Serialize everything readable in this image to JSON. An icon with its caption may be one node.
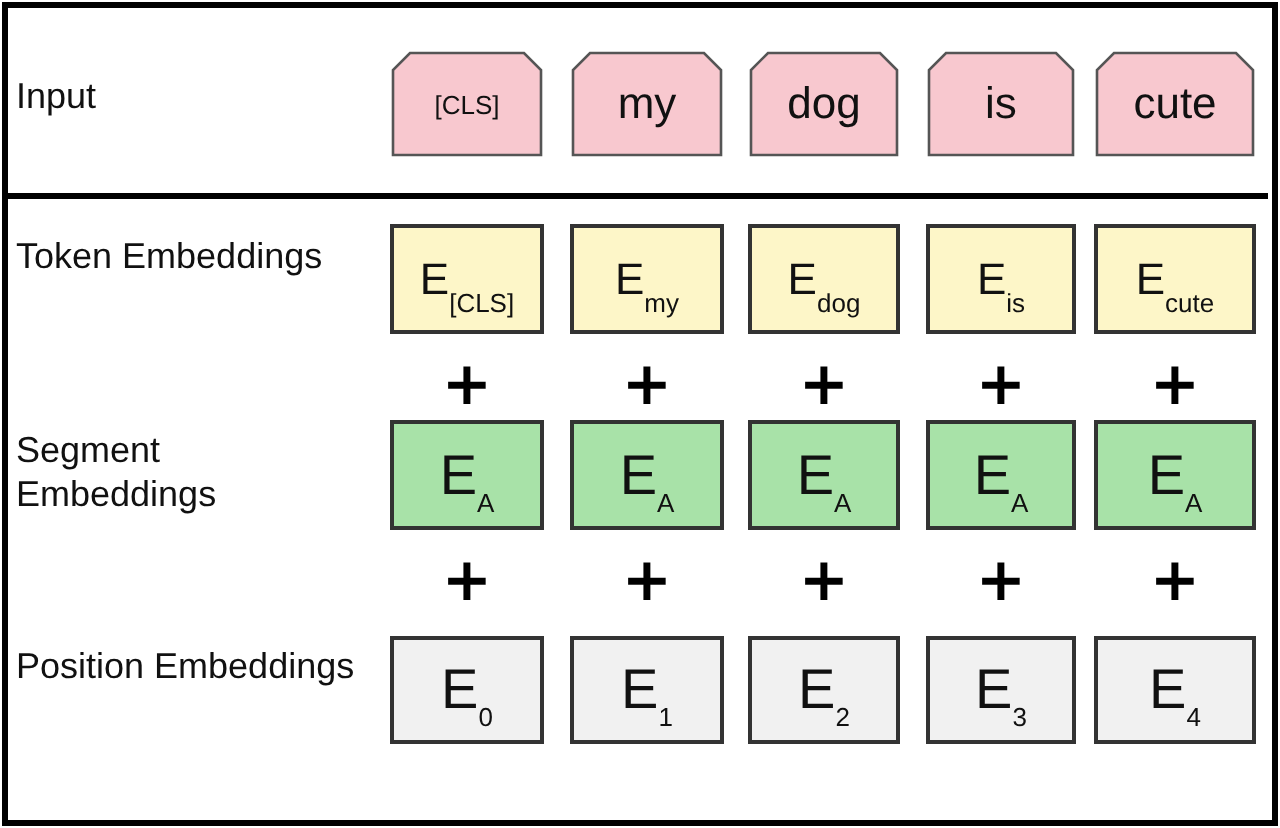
{
  "diagram": {
    "nodes": [
      {
        "text": [
          "[CLS]"
        ]
      },
      {
        "text": [
          "my"
        ]
      },
      {
        "text": [
          "dog"
        ]
      },
      {
        "text": [
          "is"
        ]
      },
      {
        "text": [
          "cute"
        ]
      },
      {
        "text": [
          "E$_{[CLS]}$"
        ]
      },
      {
        "text": [
          "E$_{my}$"
        ]
      },
      {
        "text": [
          "E$_{dog}$"
        ]
      },
      {
        "text": [
          "E$_{is}$"
        ]
      },
      {
        "text": [
          "E$_{cute}$"
        ]
      },
      {
        "text": [
          "E$_{A}$"
        ]
      },
      {
        "text": [
          "E$_{A}$"
        ]
      },
      {
        "text": [
          "E$_{A}$"
        ]
      },
      {
        "text": [
          "E$_{A}$"
        ]
      },
      {
        "text": [
          "E$_{A}$"
        ]
      },
      {
        "text": [
          "E$_{0}$"
        ]
      },
      {
        "text": [
          "E$_{1}$"
        ]
      },
      {
        "text": [
          "E$_{2}$"
        ]
      },
      {
        "text": [
          "E$_{3}$"
        ]
      },
      {
        "text": [
          "E$_{4}$"
        ]
      }
    ],
    "edges": [],
    "labels": [
      "Input",
      "Token Embeddings",
      "+",
      "+",
      "+",
      "+",
      "+",
      "Segment Embeddings",
      "+",
      "+",
      "+",
      "+",
      "+",
      "Position Embeddings"
    ]
  }
}
